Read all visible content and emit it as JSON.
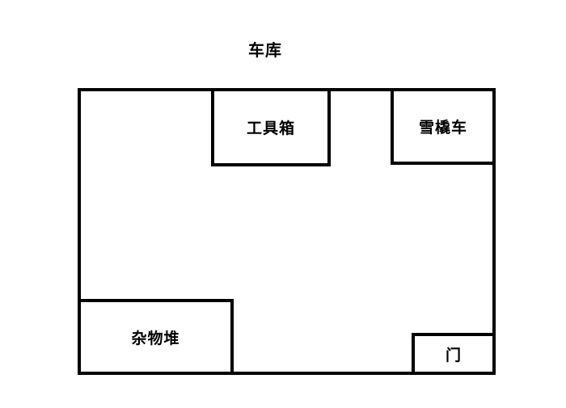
{
  "colors": {
    "background": "#ffffff",
    "line": "#000000",
    "text": "#000000"
  },
  "diagram": {
    "title": "车库",
    "boxes": {
      "toolbox": {
        "label": "工具箱"
      },
      "sled": {
        "label": "雪橇车"
      },
      "junkpile": {
        "label": "杂物堆"
      },
      "door": {
        "label": "门"
      }
    }
  }
}
